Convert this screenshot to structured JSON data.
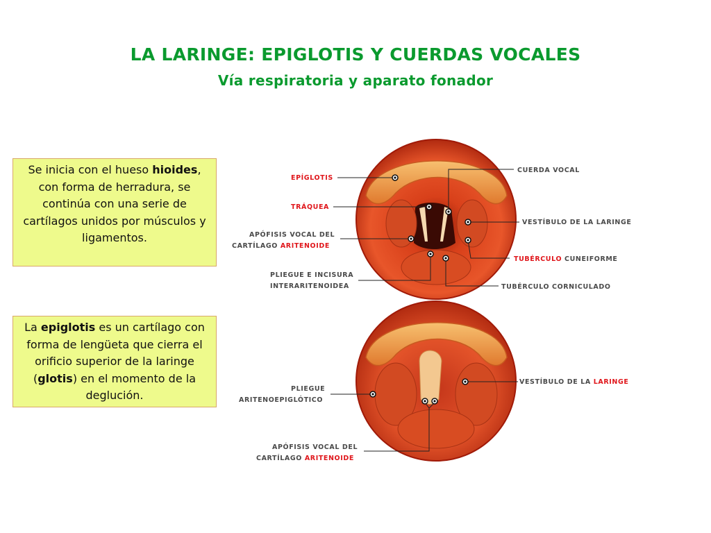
{
  "page": {
    "title": "LA LARINGE: EPIGLOTIS Y CUERDAS VOCALES",
    "subtitle": "Vía respiratoria y aparato fonador"
  },
  "box1": {
    "p1": "Se inicia con el hueso",
    "b1": "hioides",
    "p2": ", con forma de herradura, se continúa con una serie de cartílagos unidos por músculos y ligamentos."
  },
  "box2": {
    "p1": "La ",
    "b1": "epiglotis",
    "p2": " es un cartílago con forma de lengüeta que cierra el orificio superior de la laringe (",
    "b2": "glotis",
    "p3": ") en el momento de la deglución."
  },
  "labels_top": {
    "epiglotis": "EPÍGLOTIS",
    "traquea": "TRÁQUEA",
    "apofisis_line1": "APÓFISIS VOCAL DEL",
    "apofisis_line2a": "CARTÍLAGO ",
    "apofisis_line2b": "ARITENOIDE",
    "pliegue_line1": "PLIEGUE E INCISURA",
    "pliegue_line2": "INTERARITENOIDEA",
    "cuerda_vocal": "CUERDA VOCAL",
    "vestibulo": "VESTÍBULO DE LA LARINGE",
    "tuberculo_a": "TUBÉRCULO",
    "tuberculo_b": " CUNEIFORME",
    "corniculado": "TUBÉRCULO CORNICULADO"
  },
  "labels_bottom": {
    "pliegue_line1": "PLIEGUE",
    "pliegue_line2": "ARITENOEPIGLÓTICO",
    "vestibulo_a": "VESTÍBULO DE LA ",
    "vestibulo_b": "LARINGE",
    "apofisis_line1": "APÓFISIS VOCAL DEL",
    "apofisis_line2a": "CARTÍLAGO ",
    "apofisis_line2b": "ARITENOIDE"
  },
  "colors": {
    "title_green": "#0a9a2e",
    "box_fill": "#eefa8c",
    "label_red": "#e0161b",
    "label_gray": "#4a4a4a"
  }
}
